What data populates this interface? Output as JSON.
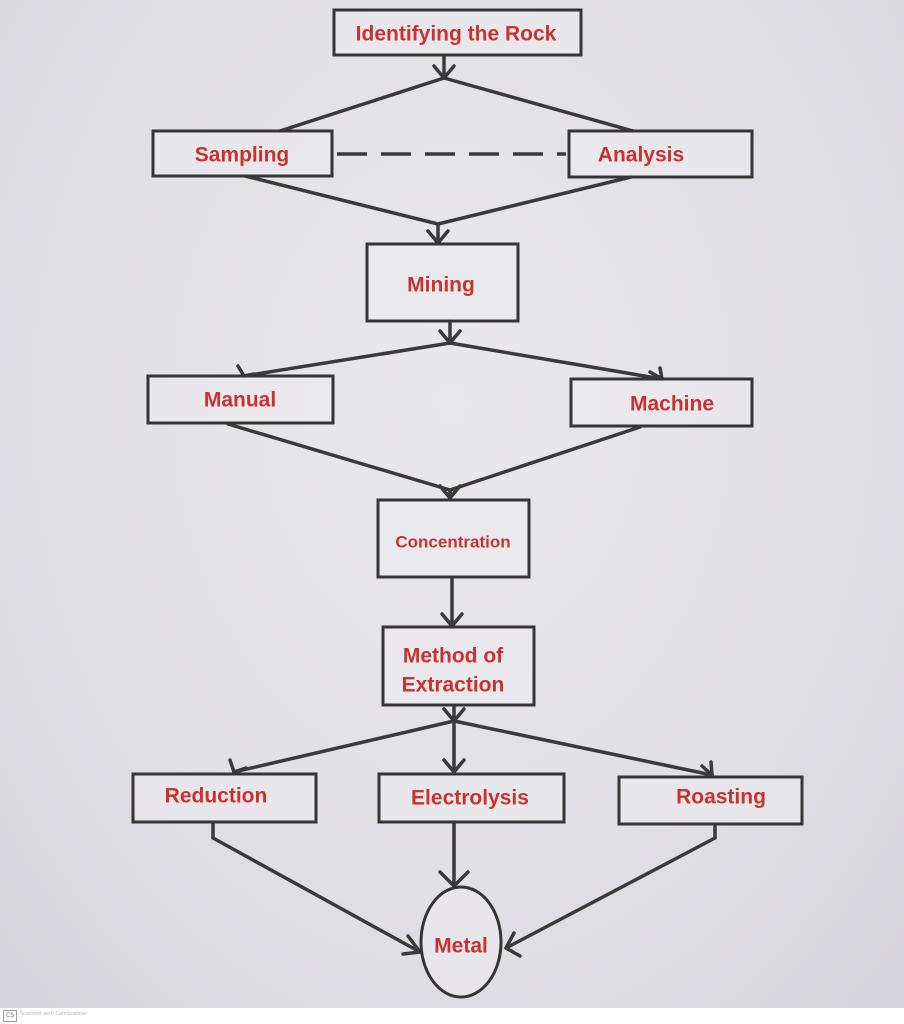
{
  "nodes": {
    "identifying": "Identifying the Rock",
    "sampling": "Sampling",
    "analysis": "Analysis",
    "mining": "Mining",
    "manual": "Manual",
    "machine": "Machine",
    "concentration": "Concentration",
    "method_line1": "Method of",
    "method_line2": "Extraction",
    "reduction": "Reduction",
    "electrolysis": "Electrolysis",
    "roasting": "Roasting",
    "metal": "Metal"
  },
  "footer": {
    "badge": "CS",
    "scanner_text": "Scanned with CamScanner"
  },
  "colors": {
    "label": "#c8322f",
    "stroke": "#353535",
    "paper": "#e1e0e5"
  }
}
